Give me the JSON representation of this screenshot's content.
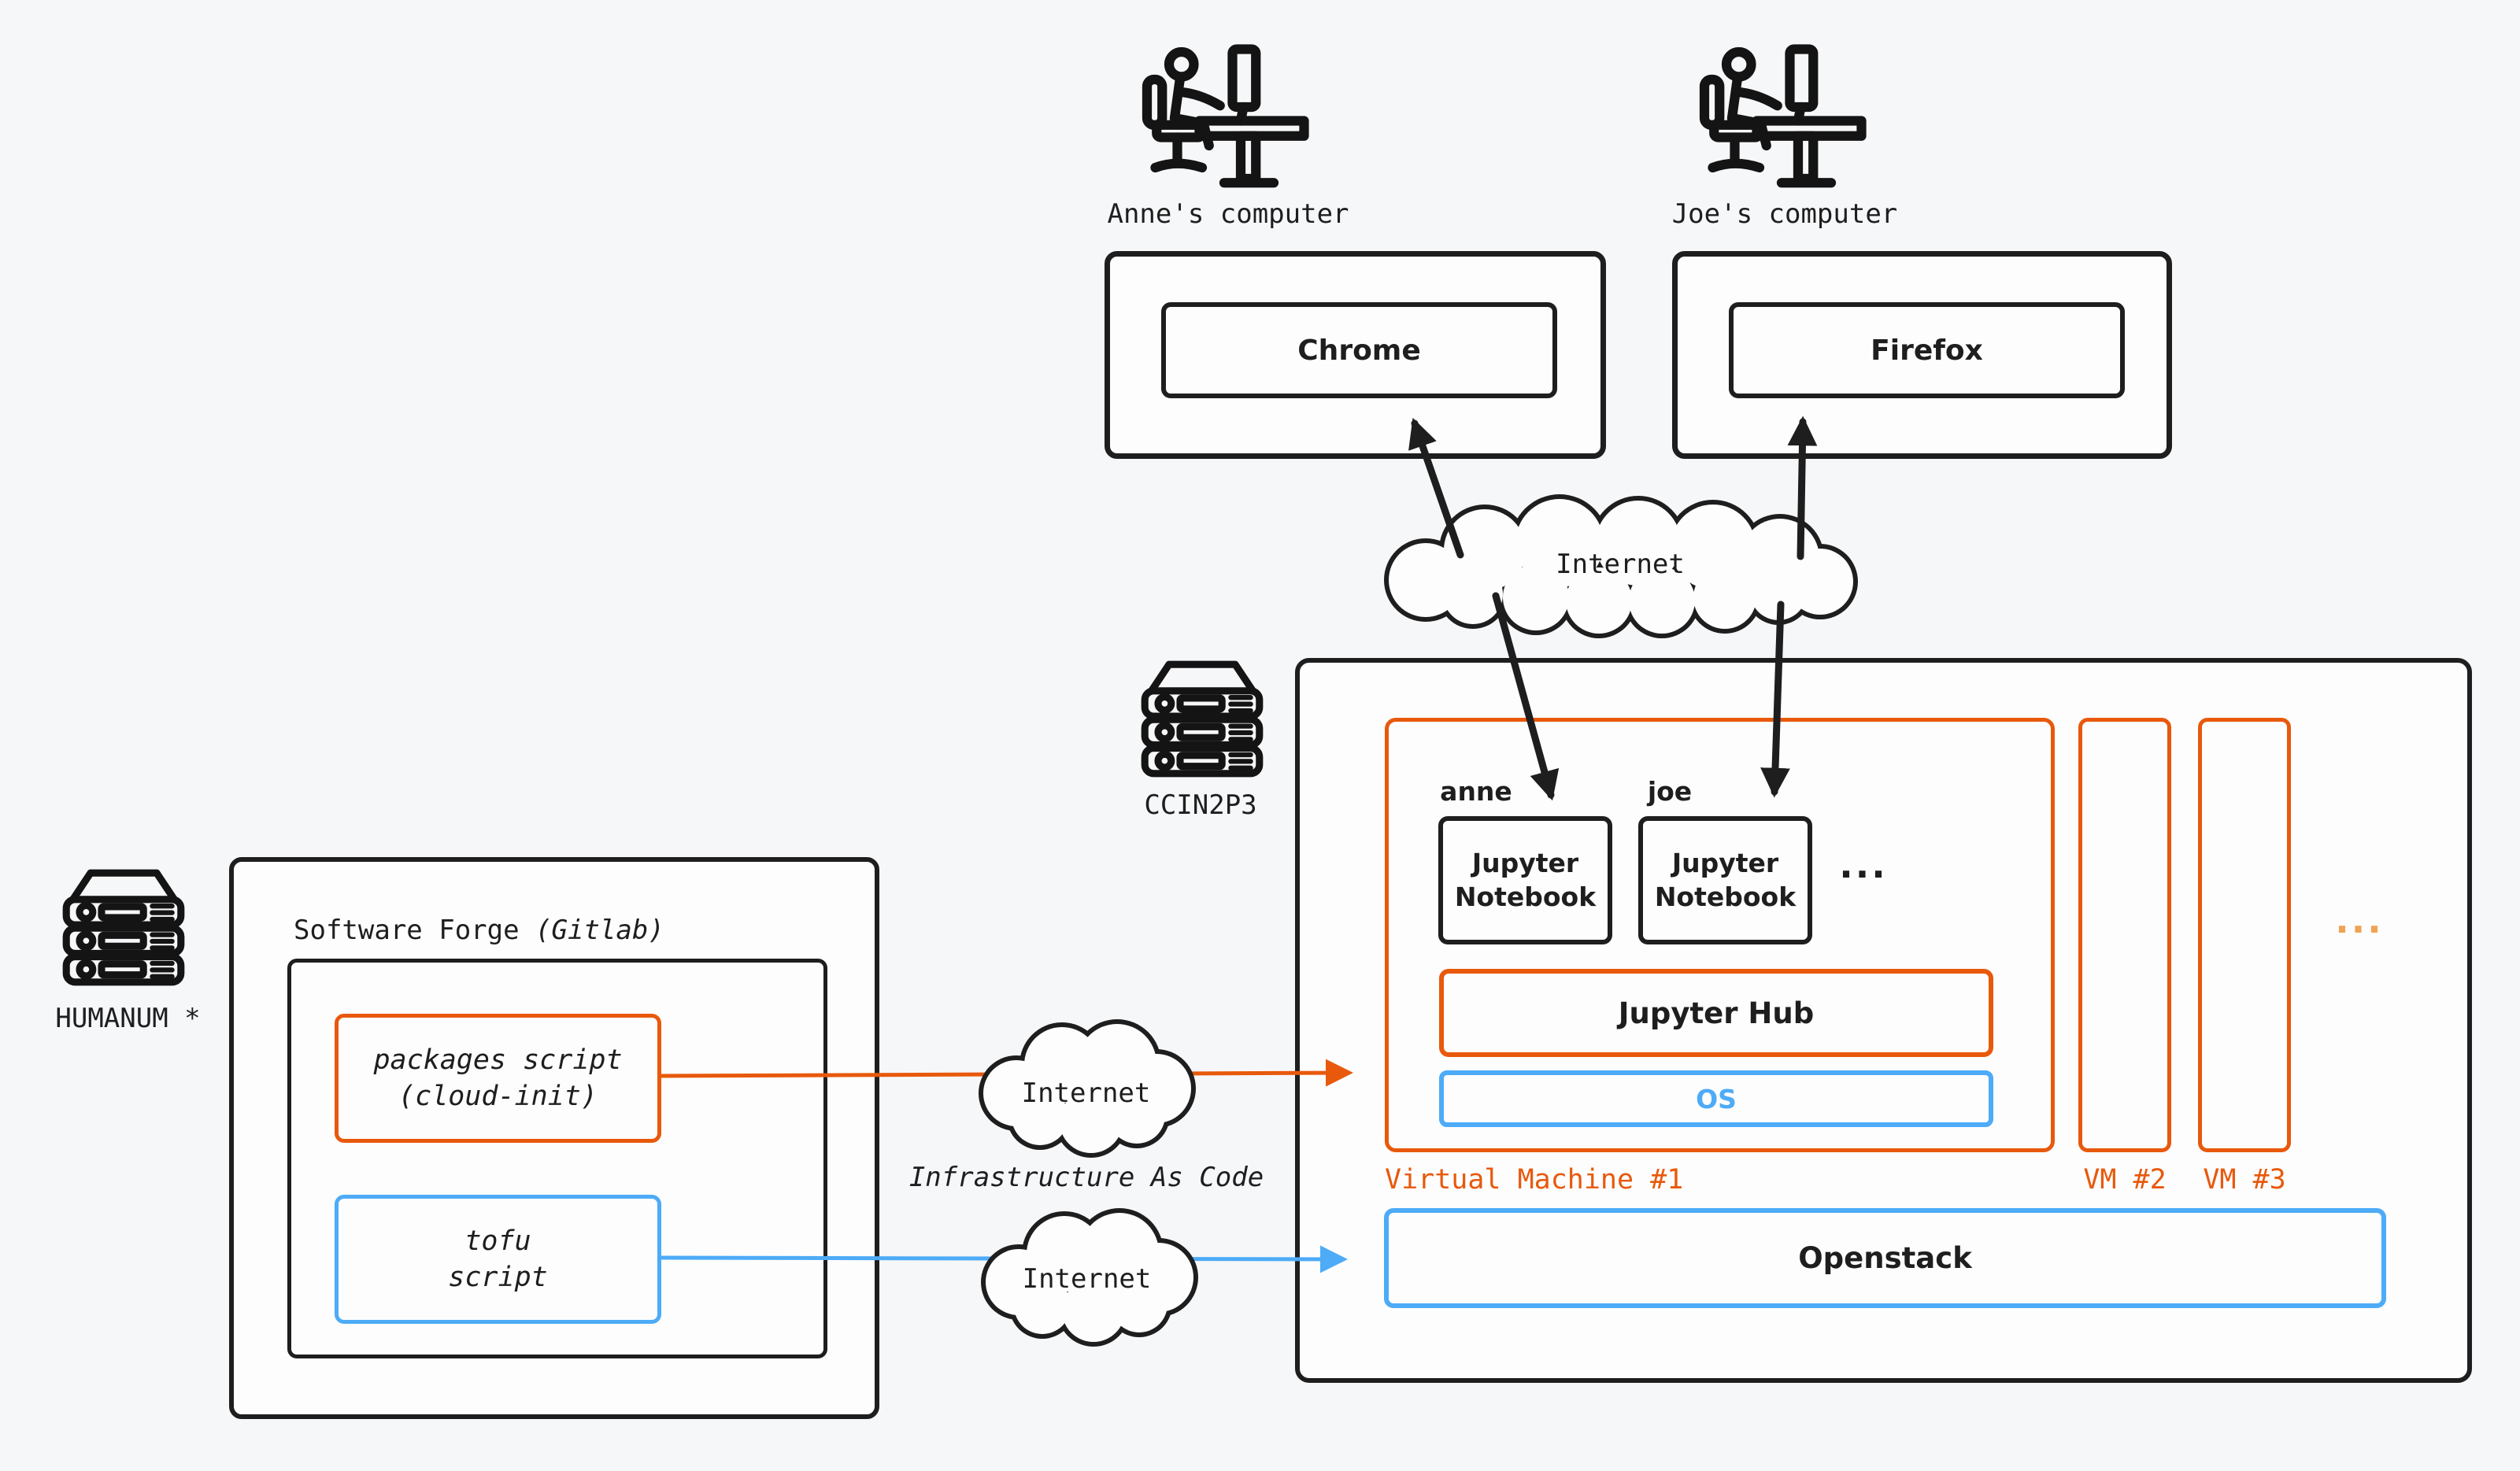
{
  "colors": {
    "background": "#f6f7f9",
    "ink": "#1e1e1e",
    "orange": "#e8590c",
    "orange_light": "#f0a353",
    "blue": "#4dabf7",
    "box_fill": "#fdfdfe"
  },
  "icons": {
    "workstation": "person-at-desk",
    "server": "server-rack-stack"
  },
  "users": {
    "anne": {
      "name": "anne",
      "computer_label": "Anne's computer",
      "browser": "Chrome"
    },
    "joe": {
      "name": "joe",
      "computer_label": "Joe's computer",
      "browser": "Firefox"
    }
  },
  "clouds": {
    "top": "Internet",
    "middle": "Internet",
    "bottom": "Internet"
  },
  "datacenter": {
    "label": "CCIN2P3",
    "vm1": {
      "label": "Virtual Machine #1",
      "notebook": "Jupyter\nNotebook",
      "ellipsis": "...",
      "hub": "Jupyter Hub",
      "os": "OS"
    },
    "vm2_label": "VM #2",
    "vm3_label": "VM #3",
    "more_vms": "...",
    "openstack": "Openstack"
  },
  "forge": {
    "host_label": "HUMANUM *",
    "title": "Software Forge ",
    "title_suffix": "(Gitlab)",
    "packages_script": "packages script\n(cloud-init)",
    "tofu_script": "tofu\nscript"
  },
  "iac_label": "Infrastructure As Code"
}
